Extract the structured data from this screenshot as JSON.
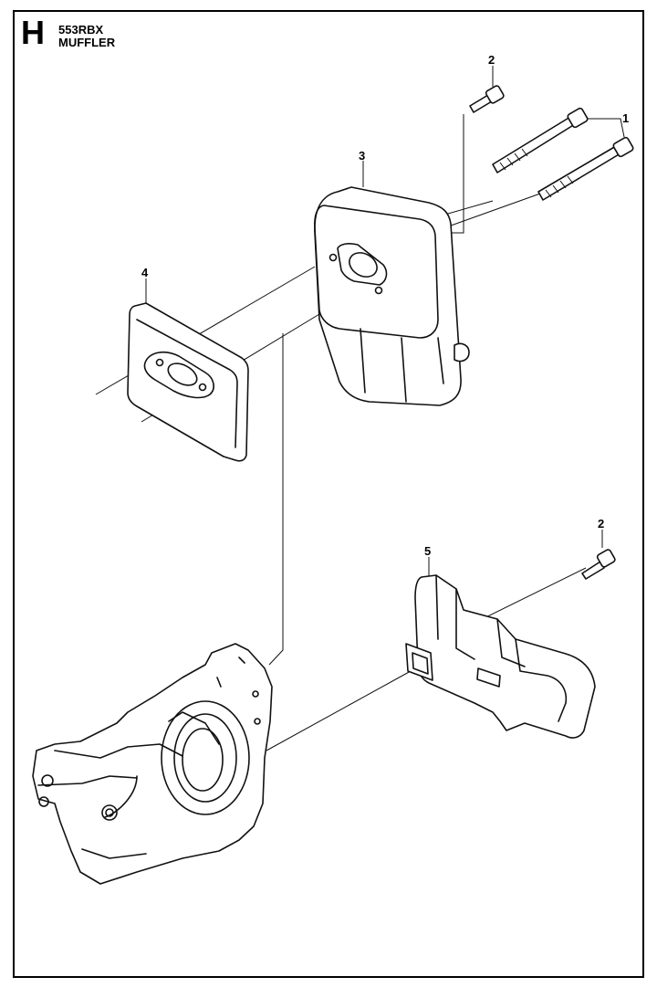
{
  "header": {
    "section_letter": "H",
    "model": "553RBX",
    "part_name": "MUFFLER"
  },
  "callouts": [
    "1",
    "2",
    "3",
    "4",
    "2",
    "5"
  ]
}
